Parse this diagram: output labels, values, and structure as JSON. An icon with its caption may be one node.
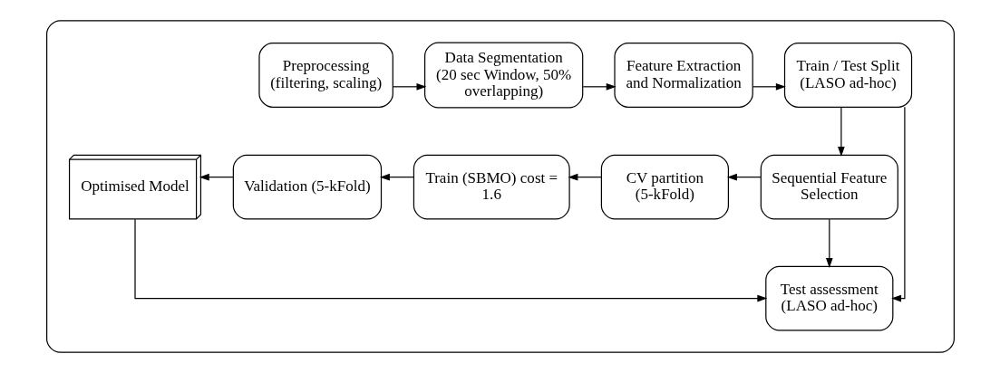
{
  "diagram": {
    "nodes": [
      {
        "text": [],
        "shape": "box"
      },
      {
        "text": [
          "Preprocessing (filtering, scaling)"
        ],
        "in": 0
      },
      {
        "text": [
          "Data Segmentation (20 sec Window, 50% overlapping)"
        ],
        "in": 0
      },
      {
        "text": [
          "Feature Extraction and Normalization"
        ],
        "in": 0
      },
      {
        "text": [
          "Train / Test Split (LASO ad-hoc)"
        ],
        "in": 0
      },
      {
        "text": [
          "Sequential Feature Selection"
        ],
        "in": 0
      },
      {
        "text": [
          "CV partition (5-kFold)"
        ],
        "in": 0
      },
      {
        "text": [
          "Train (SBMO) cost = 1.6"
        ],
        "in": 0
      },
      {
        "text": [
          "Validation (5-kFold)"
        ],
        "in": 0
      },
      {
        "text": [
          "Optimised Model"
        ],
        "in": 0
      },
      {
        "text": [
          "Test assessment (LASO ad-hoc)"
        ],
        "in": 0
      }
    ],
    "edges": [
      {
        "from": 1,
        "to": 2,
        "arrow": "to"
      },
      {
        "from": 2,
        "to": 3,
        "arrow": "to"
      },
      {
        "from": 3,
        "to": 4,
        "arrow": "to"
      },
      {
        "from": 4,
        "to": 5,
        "arrow": "to"
      },
      {
        "from": 5,
        "to": 6,
        "arrow": "to"
      },
      {
        "from": 6,
        "to": 7,
        "arrow": "to"
      },
      {
        "from": 7,
        "to": 8,
        "arrow": "to"
      },
      {
        "from": 8,
        "to": 9,
        "arrow": "to"
      },
      {
        "from": 9,
        "to": 10,
        "arrow": "to"
      },
      {
        "from": 5,
        "to": 10,
        "arrow": "to"
      },
      {
        "from": 4,
        "to": 10,
        "arrow": "to"
      }
    ]
  }
}
